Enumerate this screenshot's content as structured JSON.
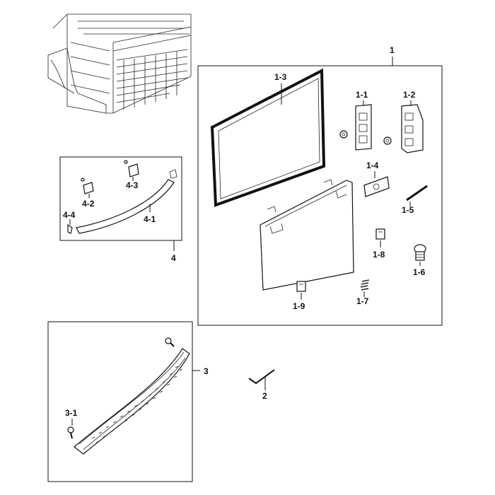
{
  "callouts": {
    "group_1": "1",
    "p1_1": "1-1",
    "p1_2": "1-2",
    "p1_3": "1-3",
    "p1_4": "1-4",
    "p1_5": "1-5",
    "p1_6": "1-6",
    "p1_7": "1-7",
    "p1_8": "1-8",
    "p1_9": "1-9",
    "group_2": "2",
    "group_3": "3",
    "p3_1": "3-1",
    "group_4": "4",
    "p4_1": "4-1",
    "p4_2": "4-2",
    "p4_3": "4-3",
    "p4_4": "4-4"
  }
}
